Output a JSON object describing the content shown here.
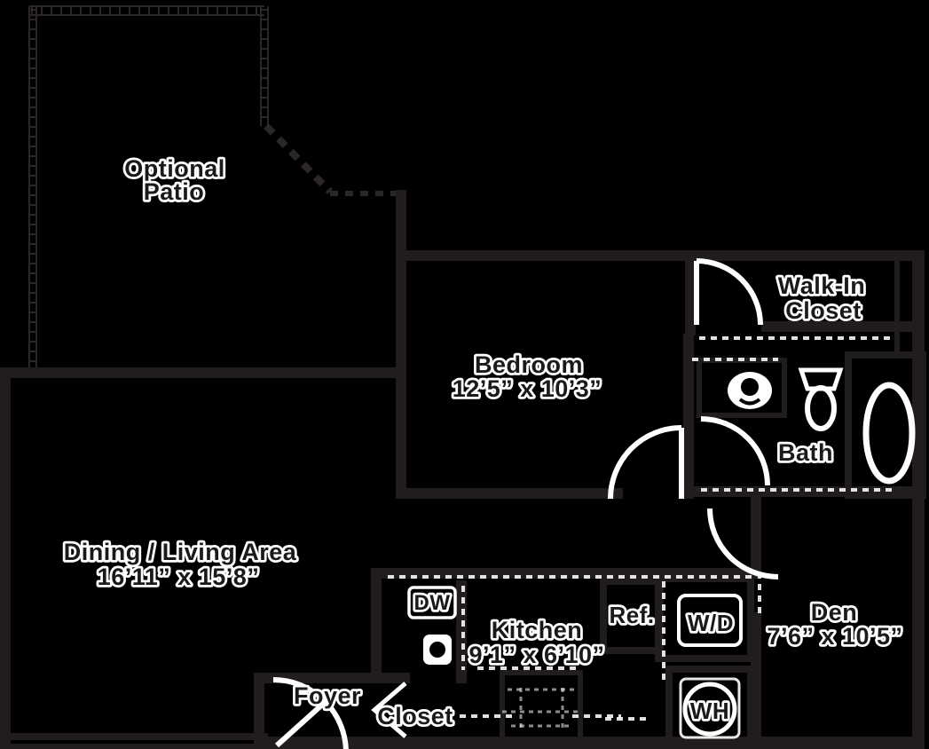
{
  "floorplan": {
    "colors": {
      "bg": "#000000",
      "wall": "#211d1e",
      "rail": "#2b2728",
      "line": "#ffffff",
      "ink": "#1c191a",
      "halo": "#ffffff"
    },
    "patio": {
      "line1": "Optional",
      "line2": "Patio"
    },
    "rooms": {
      "bedroom": {
        "name": "Bedroom",
        "dims": "12’5” x 10’3”"
      },
      "walk_in_closet": {
        "line1": "Walk-In",
        "line2": "Closet"
      },
      "bath": {
        "name": "Bath"
      },
      "dining_living": {
        "name": "Dining / Living Area",
        "dims": "16’11” x 15’8”"
      },
      "kitchen": {
        "name": "Kitchen",
        "dims": "9’1” x 6’10”"
      },
      "den": {
        "name": "Den",
        "dims": "7’6” x 10’5”"
      },
      "foyer": {
        "name": "Foyer"
      },
      "closet": {
        "name": "Closet"
      }
    },
    "appliances": {
      "dishwasher": "DW",
      "refrigerator": "Ref.",
      "washer_dryer": "W/D",
      "water_heater": "WH"
    }
  }
}
